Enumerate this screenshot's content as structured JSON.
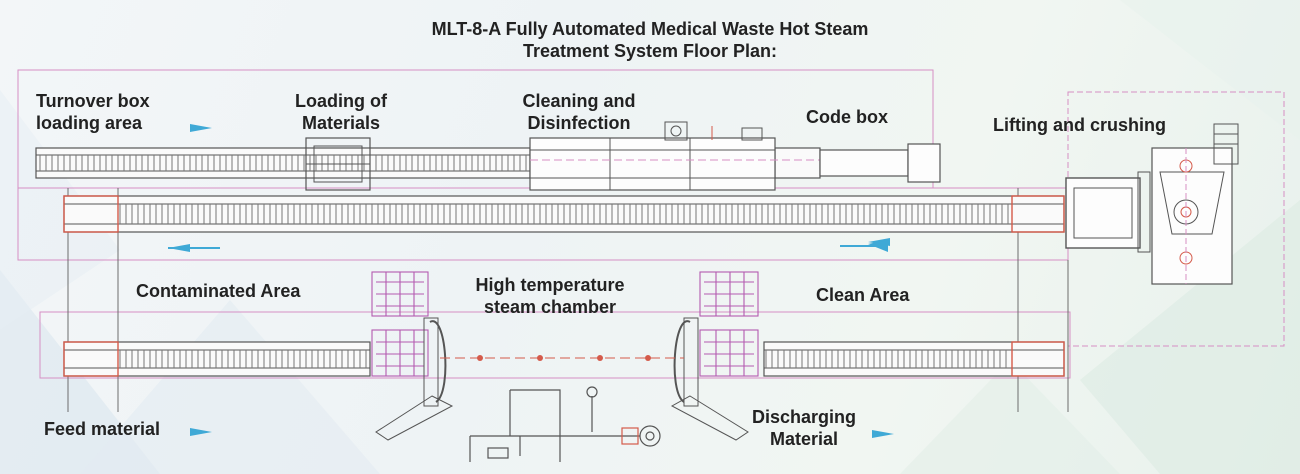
{
  "title_line1": "MLT-8-A Fully Automated Medical Waste Hot Steam",
  "title_line2": "Treatment System Floor Plan:",
  "labels": {
    "turnover_line1": "Turnover box",
    "turnover_line2": "loading area",
    "loading_line1": "Loading of",
    "loading_line2": "Materials",
    "cleaning_line1": "Cleaning and",
    "cleaning_line2": "Disinfection",
    "code_box": "Code box",
    "lifting": "Lifting and crushing",
    "contaminated": "Contaminated Area",
    "chamber_line1": "High temperature",
    "chamber_line2": "steam chamber",
    "clean": "Clean Area",
    "feed": "Feed material",
    "discharging_line1": "Discharging",
    "discharging_line2": "Material"
  },
  "colors": {
    "line": "#6d6d6d",
    "pink": "#d68fc4",
    "accent": "#3fa9d6",
    "magenta": "#b45ab0",
    "red": "#d45a4a"
  }
}
